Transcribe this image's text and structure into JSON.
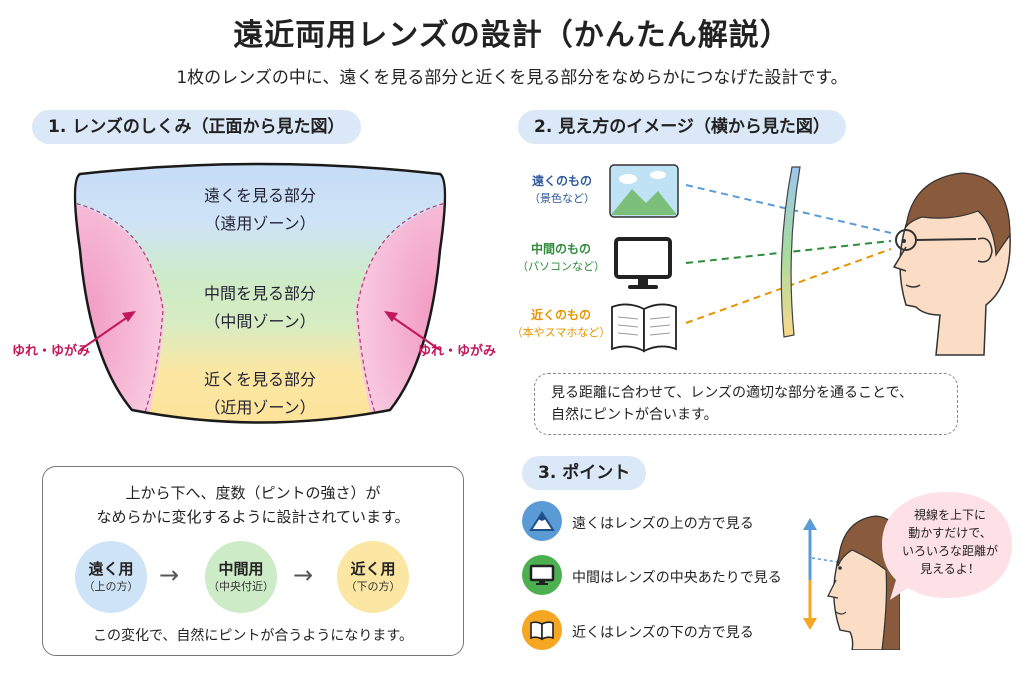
{
  "title": "遠近両用レンズの設計（かんたん解説）",
  "subtitle": "1枚のレンズの中に、遠くを見る部分と近くを見る部分をなめらかにつなげた設計です。",
  "section1": {
    "heading": "1. レンズのしくみ（正面から見た図）",
    "far_zone": {
      "label": "遠くを見る部分",
      "sub": "（遠用ゾーン）"
    },
    "mid_zone": {
      "label": "中間を見る部分",
      "sub": "（中間ゾーン）"
    },
    "near_zone": {
      "label": "近くを見る部分",
      "sub": "（近用ゾーン）"
    },
    "distortion_left": "ゆれ・ゆがみ",
    "distortion_right": "ゆれ・ゆがみ"
  },
  "info_box": {
    "line1": "上から下へ、度数（ピントの強さ）が",
    "line2": "なめらかに変化するように設計されています。",
    "steps": [
      {
        "label": "遠く用",
        "sub": "（上の方）",
        "color": "#cfe3f7"
      },
      {
        "label": "中間用",
        "sub": "（中央付近）",
        "color": "#cdebc6"
      },
      {
        "label": "近く用",
        "sub": "（下の方）",
        "color": "#fbe7a3"
      }
    ],
    "arrow1": "→",
    "arrow2": "→",
    "footer": "この変化で、自然にピントが合うようになります。"
  },
  "section2": {
    "heading": "2. 見え方のイメージ（横から見た図）",
    "objects": [
      {
        "label": "遠くのもの",
        "sub": "（景色など）",
        "color": "#2f5b9c"
      },
      {
        "label": "中間のもの",
        "sub": "（パソコンなど）",
        "color": "#2e8b3a"
      },
      {
        "label": "近くのもの",
        "sub": "（本やスマホなど）",
        "color": "#e69500"
      }
    ],
    "note_line1": "見る距離に合わせて、レンズの適切な部分を通ることで、",
    "note_line2": "自然にピントが合います。"
  },
  "section3": {
    "heading": "3. ポイント",
    "points": [
      {
        "text": "遠くはレンズの上の方で見る",
        "icon": "mountain-icon",
        "color": "#5b9bd5"
      },
      {
        "text": "中間はレンズの中央あたりで見る",
        "icon": "monitor-icon",
        "color": "#4caf50"
      },
      {
        "text": "近くはレンズの下の方で見る",
        "icon": "book-icon",
        "color": "#f5a623"
      }
    ],
    "bubble": [
      "視線を上下に",
      "動かすだけで、",
      "いろいろな距離が",
      "見えるよ！"
    ]
  },
  "colors": {
    "far": "#cfe3f7",
    "mid": "#cdebc6",
    "near": "#fbe7a3",
    "distortion": "#f4a6c9",
    "pill": "#dbe8f7",
    "accent_pink": "#c2185b"
  }
}
